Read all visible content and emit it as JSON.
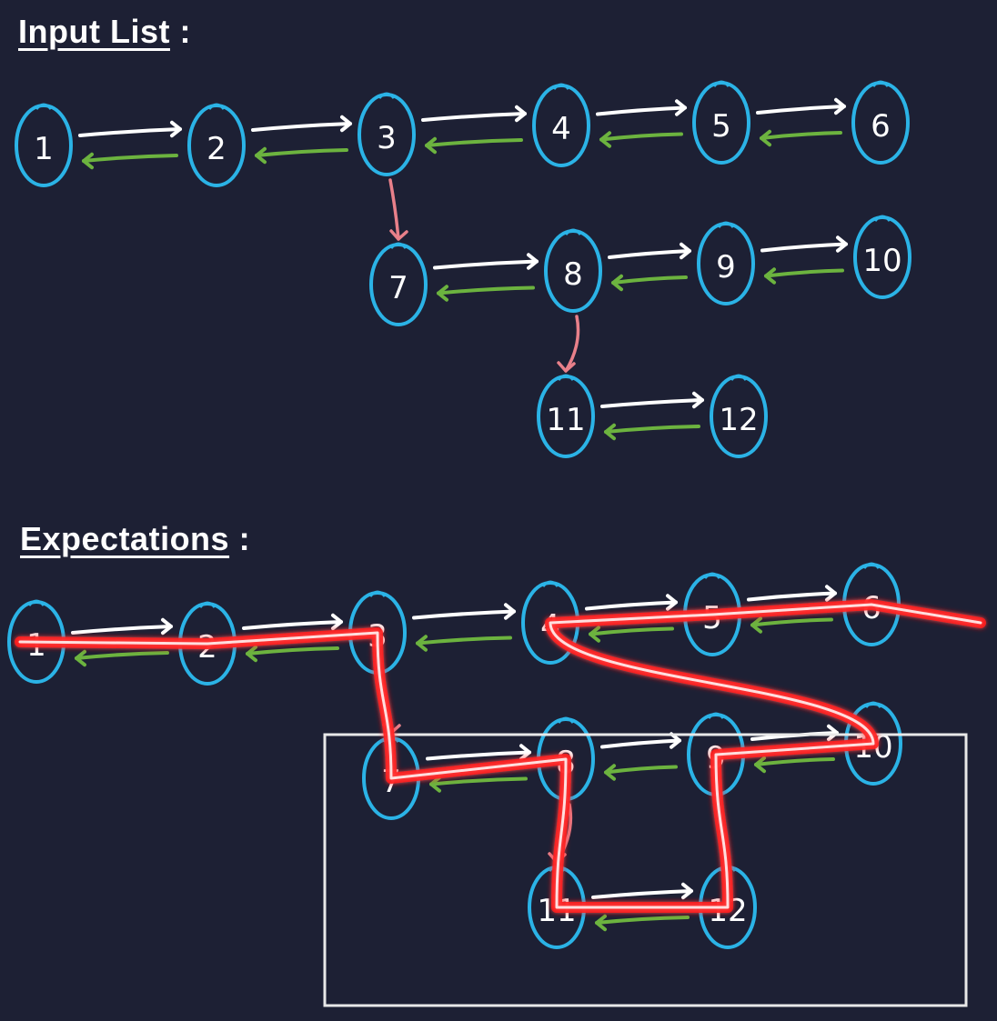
{
  "headings": {
    "input_title": "Input List",
    "input_colon": ":",
    "expect_title": "Expectations",
    "expect_colon": ":"
  },
  "colors": {
    "background": "#1d2034",
    "node_stroke": "#2bb3e6",
    "next_arrow": "#ffffff",
    "prev_arrow": "#6cb33f",
    "child_arrow": "#e8808a",
    "flatten_path": "#ff1a1a",
    "highlight_box": "#e8e8e8"
  },
  "input_list": {
    "nodes": [
      {
        "id": 1,
        "label": "1"
      },
      {
        "id": 2,
        "label": "2"
      },
      {
        "id": 3,
        "label": "3"
      },
      {
        "id": 4,
        "label": "4"
      },
      {
        "id": 5,
        "label": "5"
      },
      {
        "id": 6,
        "label": "6"
      },
      {
        "id": 7,
        "label": "7"
      },
      {
        "id": 8,
        "label": "8"
      },
      {
        "id": 9,
        "label": "9"
      },
      {
        "id": 10,
        "label": "10"
      },
      {
        "id": 11,
        "label": "11"
      },
      {
        "id": 12,
        "label": "12"
      }
    ],
    "doubly_links": [
      [
        1,
        2
      ],
      [
        2,
        3
      ],
      [
        3,
        4
      ],
      [
        4,
        5
      ],
      [
        5,
        6
      ],
      [
        7,
        8
      ],
      [
        8,
        9
      ],
      [
        9,
        10
      ],
      [
        11,
        12
      ]
    ],
    "child_links": [
      [
        3,
        7
      ],
      [
        8,
        11
      ]
    ]
  },
  "expectations": {
    "nodes": [
      {
        "id": 1,
        "label": "1"
      },
      {
        "id": 2,
        "label": "2"
      },
      {
        "id": 3,
        "label": "3"
      },
      {
        "id": 4,
        "label": "4"
      },
      {
        "id": 5,
        "label": "5"
      },
      {
        "id": 6,
        "label": "6"
      },
      {
        "id": 7,
        "label": "7"
      },
      {
        "id": 8,
        "label": "8"
      },
      {
        "id": 9,
        "label": "9"
      },
      {
        "id": 10,
        "label": "10"
      },
      {
        "id": 11,
        "label": "11"
      },
      {
        "id": 12,
        "label": "12"
      }
    ],
    "doubly_links": [
      [
        1,
        2
      ],
      [
        2,
        3
      ],
      [
        3,
        4
      ],
      [
        4,
        5
      ],
      [
        5,
        6
      ],
      [
        7,
        8
      ],
      [
        8,
        9
      ],
      [
        9,
        10
      ],
      [
        11,
        12
      ]
    ],
    "child_links": [
      [
        3,
        7
      ],
      [
        8,
        11
      ]
    ],
    "flatten_order": [
      1,
      2,
      3,
      7,
      8,
      11,
      12,
      9,
      10,
      4,
      5,
      6
    ]
  }
}
